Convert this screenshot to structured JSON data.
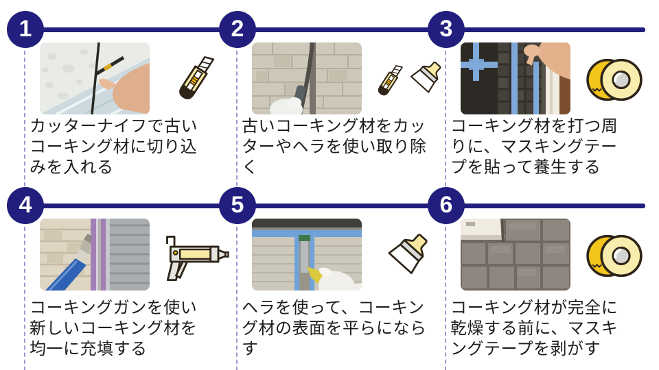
{
  "colors": {
    "accent_navy": "#211e7e",
    "dashed_connector": "#9a9ad0",
    "text": "#1d1d1d",
    "icon_outline": "#2e2418",
    "icon_pale_yellow": "#f7e9a2",
    "icon_deep_yellow": "#f4c51a",
    "icon_gray": "#dbdbd9"
  },
  "steps": [
    {
      "number": "1",
      "lines": [
        "カッターナイフで古い",
        "コーキング材に切り込",
        "みを入れる"
      ],
      "icons": [
        "cutter-knife-icon"
      ],
      "photo": "cutting-old-caulk-with-knife"
    },
    {
      "number": "2",
      "lines": [
        "古いコーキング材をカッ",
        "ターやヘラを使い取り除",
        "く"
      ],
      "icons": [
        "cutter-knife-icon",
        "brush-spatula-icon"
      ],
      "photo": "removing-old-caulk"
    },
    {
      "number": "3",
      "lines": [
        "コーキング材を打つ周",
        "りに、マスキングテー",
        "プを貼って養生する"
      ],
      "icons": [
        "masking-tape-icon"
      ],
      "photo": "applying-blue-masking-tape"
    },
    {
      "number": "4",
      "lines": [
        "コーキングガンを使い",
        "新しいコーキング材を",
        "均一に充填する"
      ],
      "icons": [
        "caulking-gun-icon"
      ],
      "photo": "filling-joint-with-caulking-gun"
    },
    {
      "number": "5",
      "lines": [
        "ヘラを使って、コーキン",
        "グ材の表面を平らになら",
        "す"
      ],
      "icons": [
        "brush-spatula-icon"
      ],
      "photo": "smoothing-caulk-with-spatula"
    },
    {
      "number": "6",
      "lines": [
        "コーキング材が完全に",
        "乾燥する前に、マスキ",
        "ングテープを剥がす"
      ],
      "icons": [
        "masking-tape-icon"
      ],
      "photo": "peeling-masking-tape"
    }
  ]
}
